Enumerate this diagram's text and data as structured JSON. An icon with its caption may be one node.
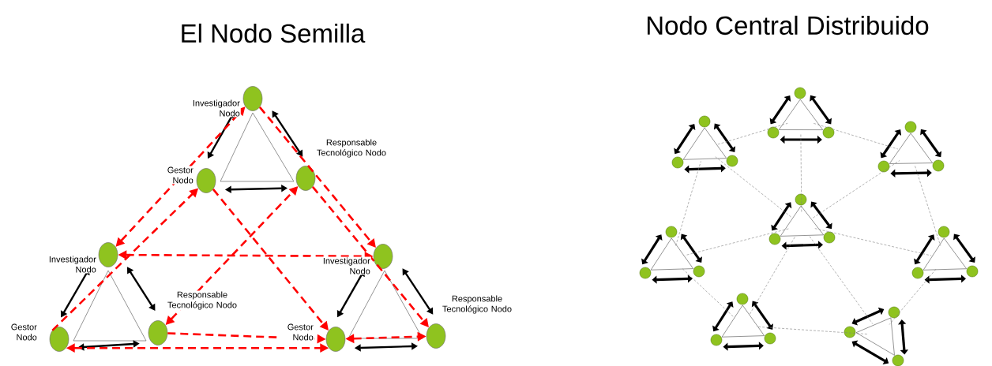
{
  "diagram": {
    "nodes": [
      {
        "text": [],
        "shape": "circle",
        "beside": [
          "Investigador Nodo"
        ]
      },
      {
        "text": [],
        "shape": "circle",
        "beside": [
          "Gestor Nodo"
        ]
      },
      {
        "text": [],
        "shape": "circle",
        "beside": [
          "Responsable Tecnológico Nodo"
        ]
      },
      {
        "text": [],
        "shape": "circle",
        "beside": [
          "Investigador Nodo"
        ]
      },
      {
        "text": [],
        "shape": "circle",
        "beside": [
          "Investigador Nodo"
        ]
      },
      {
        "text": [],
        "shape": "circle",
        "beside": [
          "Gestor Nodo"
        ]
      },
      {
        "text": [],
        "shape": "circle",
        "beside": [
          "Responsable Tecnológico Nodo"
        ]
      },
      {
        "text": [],
        "shape": "circle",
        "beside": [
          "Gestor Nodo"
        ]
      },
      {
        "text": [],
        "shape": "circle",
        "beside": [
          "Responsable Tecnológico Nodo"
        ]
      },
      {
        "text": [],
        "shape": "triangle"
      },
      {
        "text": [],
        "shape": "triangle"
      },
      {
        "text": [],
        "shape": "triangle"
      },
      {
        "text": [],
        "shape": "triangle"
      },
      {
        "text": [],
        "shape": "triangle"
      },
      {
        "text": [],
        "shape": "triangle"
      },
      {
        "text": [],
        "shape": "triangle"
      },
      {
        "text": [],
        "shape": "triangle"
      },
      {
        "text": [],
        "shape": "circle"
      },
      {
        "text": [],
        "shape": "circle"
      },
      {
        "text": [],
        "shape": "circle"
      },
      {
        "text": [],
        "shape": "circle"
      },
      {
        "text": [],
        "shape": "circle"
      },
      {
        "text": [],
        "shape": "circle"
      },
      {
        "text": [],
        "shape": "circle"
      },
      {
        "text": [],
        "shape": "circle"
      },
      {
        "text": [],
        "shape": "circle"
      },
      {
        "text": [],
        "shape": "circle"
      },
      {
        "text": [],
        "shape": "circle"
      },
      {
        "text": [],
        "shape": "circle"
      },
      {
        "text": [],
        "shape": "circle"
      },
      {
        "text": [],
        "shape": "circle"
      },
      {
        "text": [],
        "shape": "circle"
      },
      {
        "text": [],
        "shape": "circle"
      },
      {
        "text": [],
        "shape": "circle"
      },
      {
        "text": [],
        "shape": "circle"
      },
      {
        "text": [],
        "shape": "circle"
      },
      {
        "text": [],
        "shape": "circle"
      },
      {
        "text": [],
        "shape": "circle"
      },
      {
        "text": [],
        "shape": "circle"
      },
      {
        "text": [],
        "shape": "circle"
      },
      {
        "text": [],
        "shape": "circle"
      },
      {
        "text": [],
        "shape": "triangle"
      },
      {
        "text": [],
        "shape": "triangle"
      },
      {
        "text": [],
        "shape": "triangle"
      }
    ],
    "edges": [
      {
        "from": 0,
        "to": 1,
        "arrow": "both"
      },
      {
        "from": 0,
        "to": 2,
        "arrow": "both"
      },
      {
        "from": 1,
        "to": 2,
        "arrow": "both"
      },
      {
        "from": 3,
        "to": 5,
        "arrow": "both"
      },
      {
        "from": 3,
        "to": 6,
        "arrow": "both"
      },
      {
        "from": 5,
        "to": 6,
        "arrow": "both"
      },
      {
        "from": 4,
        "to": 7,
        "arrow": "both"
      },
      {
        "from": 4,
        "to": 8,
        "arrow": "both"
      },
      {
        "from": 7,
        "to": 8,
        "arrow": "both"
      },
      {
        "from": 3,
        "to": 0,
        "arrow": "both",
        "style": "dashed",
        "color": "#ff0000"
      },
      {
        "from": 5,
        "to": 1,
        "arrow": "to",
        "style": "dashed",
        "color": "#ff0000"
      },
      {
        "from": 1,
        "to": 7,
        "arrow": "to",
        "style": "dashed",
        "color": "#ff0000"
      },
      {
        "from": 6,
        "to": 2,
        "arrow": "both",
        "style": "dashed",
        "color": "#ff0000"
      },
      {
        "from": 0,
        "to": 4,
        "arrow": "to",
        "style": "dashed",
        "color": "#ff0000"
      },
      {
        "from": 2,
        "to": 8,
        "arrow": "to",
        "style": "dashed",
        "color": "#ff0000"
      },
      {
        "from": 3,
        "to": 4,
        "arrow": "both",
        "style": "dashed",
        "color": "#ff0000"
      },
      {
        "from": 5,
        "to": 7,
        "arrow": "both",
        "style": "dashed",
        "color": "#ff0000"
      },
      {
        "from": 6,
        "to": 7,
        "arrow": "to",
        "style": "dashed",
        "color": "#ff0000"
      },
      {
        "from": 7,
        "to": 8,
        "arrow": "both",
        "style": "dashed",
        "color": "#ff0000"
      },
      {
        "from": 17,
        "to": 18,
        "arrow": "both"
      },
      {
        "from": 17,
        "to": 19,
        "arrow": "both"
      },
      {
        "from": 18,
        "to": 19,
        "arrow": "both"
      },
      {
        "from": 20,
        "to": 21,
        "arrow": "both"
      },
      {
        "from": 20,
        "to": 22,
        "arrow": "both"
      },
      {
        "from": 21,
        "to": 22,
        "arrow": "both"
      },
      {
        "from": 23,
        "to": 24,
        "arrow": "both"
      },
      {
        "from": 23,
        "to": 25,
        "arrow": "both"
      },
      {
        "from": 24,
        "to": 25,
        "arrow": "both"
      },
      {
        "from": 26,
        "to": 27,
        "arrow": "both"
      },
      {
        "from": 26,
        "to": 28,
        "arrow": "both"
      },
      {
        "from": 27,
        "to": 28,
        "arrow": "both"
      },
      {
        "from": 29,
        "to": 30,
        "arrow": "both"
      },
      {
        "from": 29,
        "to": 31,
        "arrow": "both"
      },
      {
        "from": 30,
        "to": 31,
        "arrow": "both"
      },
      {
        "from": 32,
        "to": 33,
        "arrow": "both"
      },
      {
        "from": 32,
        "to": 34,
        "arrow": "both"
      },
      {
        "from": 33,
        "to": 34,
        "arrow": "both"
      },
      {
        "from": 35,
        "to": 36,
        "arrow": "both"
      },
      {
        "from": 35,
        "to": 37,
        "arrow": "both"
      },
      {
        "from": 36,
        "to": 37,
        "arrow": "both"
      },
      {
        "from": 38,
        "to": 39,
        "arrow": "both"
      },
      {
        "from": 38,
        "to": 40,
        "arrow": "both"
      },
      {
        "from": 39,
        "to": 40,
        "arrow": "both"
      },
      {
        "from": 10,
        "to": 9,
        "arrow": "none",
        "style": "dashed",
        "color": "#808080"
      },
      {
        "from": 9,
        "to": 11,
        "arrow": "none",
        "style": "dashed",
        "color": "#808080"
      },
      {
        "from": 11,
        "to": 14,
        "arrow": "none",
        "style": "dashed",
        "color": "#808080"
      },
      {
        "from": 14,
        "to": 16,
        "arrow": "none",
        "style": "dashed",
        "color": "#808080"
      },
      {
        "from": 16,
        "to": 15,
        "arrow": "none",
        "style": "dashed",
        "color": "#808080"
      },
      {
        "from": 15,
        "to": 13,
        "arrow": "none",
        "style": "dashed",
        "color": "#808080"
      },
      {
        "from": 13,
        "to": 10,
        "arrow": "none",
        "style": "dashed",
        "color": "#808080"
      },
      {
        "from": 12,
        "to": 9,
        "arrow": "none",
        "style": "dashed",
        "color": "#808080"
      },
      {
        "from": 12,
        "to": 10,
        "arrow": "none",
        "style": "dashed",
        "color": "#808080"
      },
      {
        "from": 12,
        "to": 11,
        "arrow": "none",
        "style": "dashed",
        "color": "#808080"
      },
      {
        "from": 12,
        "to": 13,
        "arrow": "none",
        "style": "dashed",
        "color": "#808080"
      },
      {
        "from": 12,
        "to": 14,
        "arrow": "none",
        "style": "dashed",
        "color": "#808080"
      },
      {
        "from": 12,
        "to": 15,
        "arrow": "none",
        "style": "dashed",
        "color": "#808080"
      },
      {
        "from": 12,
        "to": 16,
        "arrow": "none",
        "style": "dashed",
        "color": "#808080"
      }
    ],
    "labels": [
      "El Nodo Semilla",
      "Nodo Central Distribuido"
    ]
  }
}
